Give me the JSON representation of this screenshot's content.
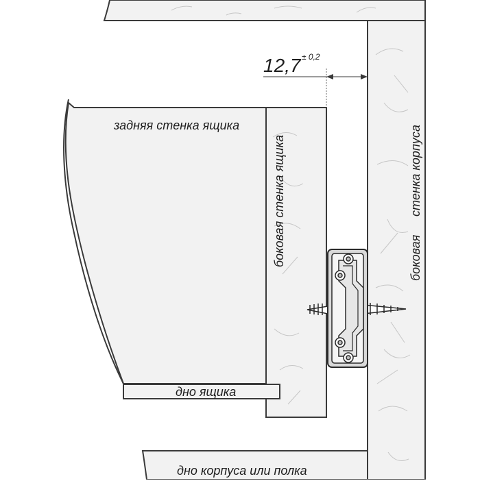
{
  "dimension": {
    "value": "12,7",
    "tolerance": "± 0,2"
  },
  "labels": {
    "drawer_back_wall": "задняя стенка ящика",
    "drawer_side_wall": "боковая стенка ящика",
    "cabinet_side_wall_part1": "боковая",
    "cabinet_side_wall_part2": "стенка корпуса",
    "drawer_bottom": "дно ящика",
    "cabinet_bottom": "дно корпуса или полка"
  },
  "colors": {
    "panel_fill": "#f2f2f2",
    "wood_fill": "#f2f2f2",
    "outline": "#3a3a3a",
    "grain": "#c6c6c6",
    "slide_metal": "#d9d9d9"
  }
}
